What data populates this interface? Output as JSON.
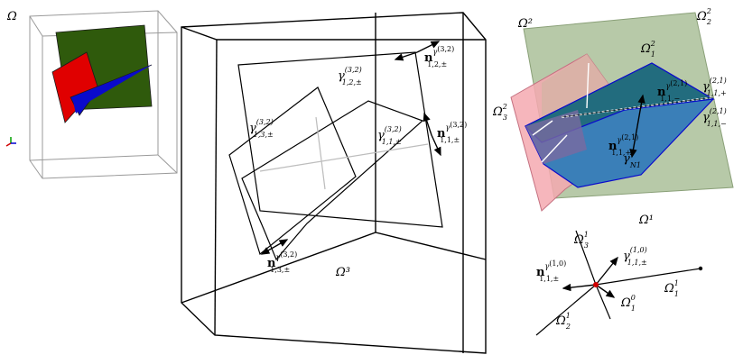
{
  "labels": {
    "omega": "Ω",
    "omega3": "Ω³",
    "omega1_br": "Ω¹",
    "omega2_tr": "Ω²",
    "omega2_2": "Ω",
    "omega2_2_sup": "2",
    "omega2_2_sub": "2",
    "omega2_1": "Ω",
    "omega2_1_sup": "2",
    "omega2_1_sub": "1",
    "omega2_3": "Ω",
    "omega2_3_sup": "2",
    "omega2_3_sub": "3",
    "omega1_3": "Ω",
    "omega1_3_sup": "1",
    "omega1_3_sub": "3",
    "omega1_1": "Ω",
    "omega1_1_sup": "1",
    "omega1_1_sub": "1",
    "omega1_2": "Ω",
    "omega1_2_sup": "1",
    "omega1_2_sub": "2",
    "omega0_1": "Ω",
    "omega0_1_sup": "0",
    "omega0_1_sub": "1",
    "gamma": "γ",
    "n": "n",
    "sup32": "(3,2)",
    "sup21": "(2,1)",
    "sup10": "(1,0)",
    "sup2": "2",
    "sub12pm": "1,2,±",
    "sub13pm": "1,3,±",
    "sub11pm": "1,1,±",
    "sub11plus": "1,1,+",
    "sub11minus": "1,1,−",
    "subN1": "N1"
  },
  "colors": {
    "green_plane": "#2f5a0c",
    "red_plane": "#e00000",
    "blue_plane": "#0a0acc",
    "sage_plane": "#b7c9a8",
    "pink_plane": "#f4a9b0",
    "blue_light": "#3a7fb8",
    "teal": "#226c7e",
    "axis_red": "#d00000",
    "axis_green": "#00a000",
    "axis_blue": "#0000d0"
  }
}
